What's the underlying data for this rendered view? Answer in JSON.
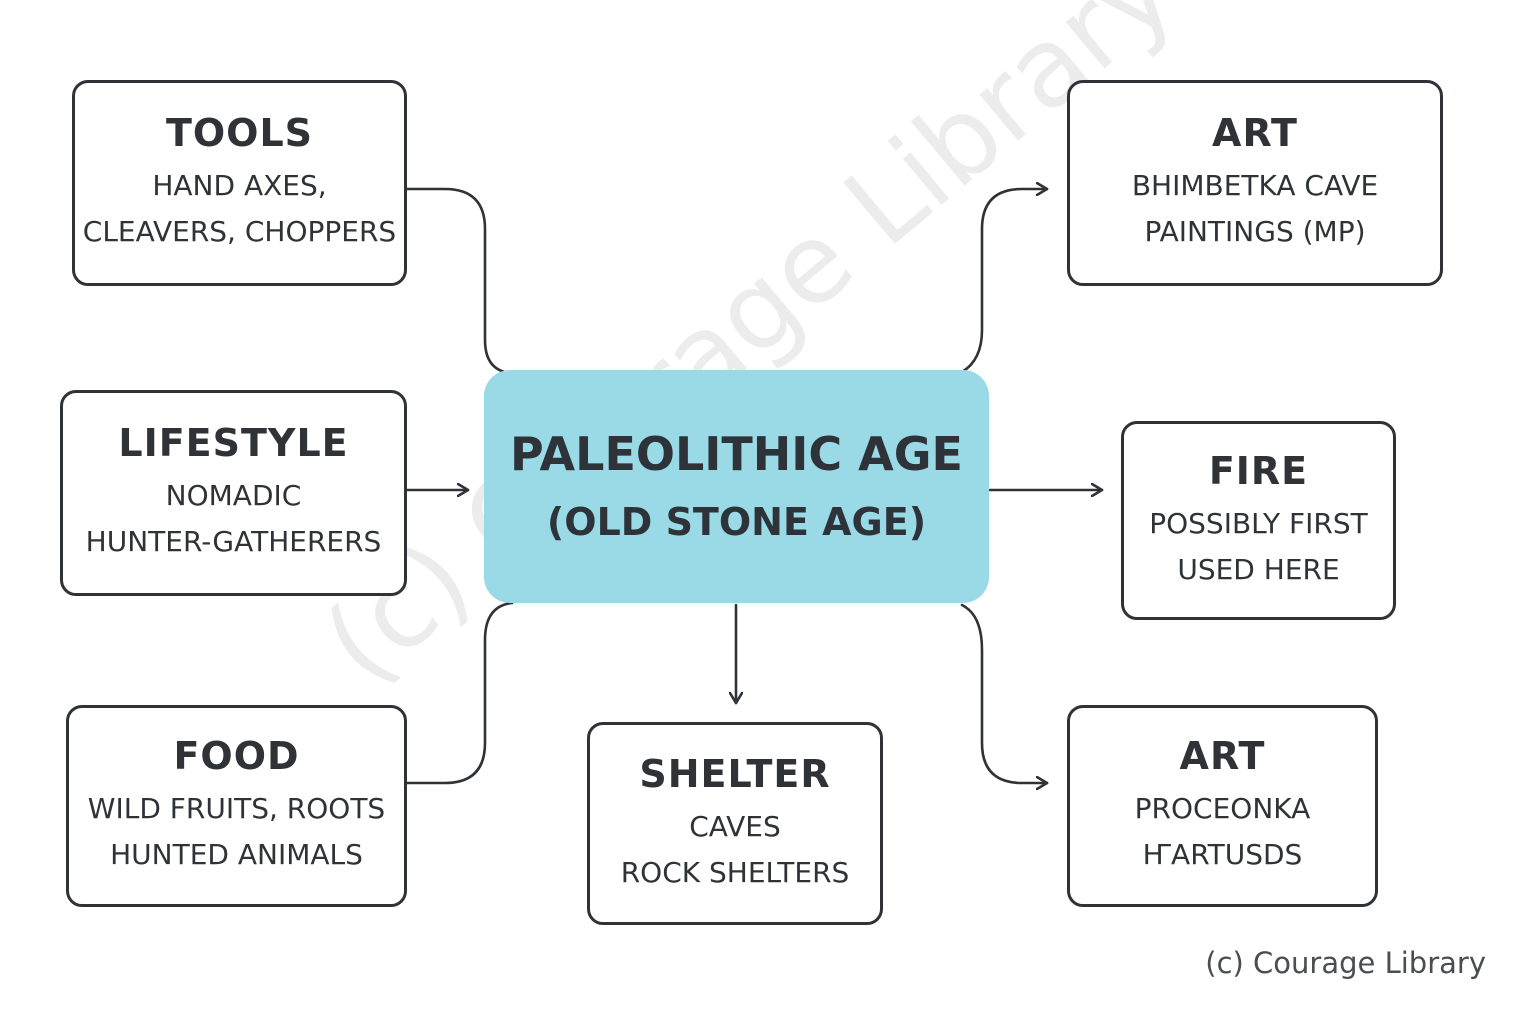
{
  "center": {
    "line1": "PALEOLITHIC AGE",
    "line2": "(OLD STONE AGE)",
    "color": "#99dae6"
  },
  "nodes": {
    "tools": {
      "title": "TOOLS",
      "lines": [
        "HAND AXES,",
        "CLEAVERS, CHOPPERS"
      ]
    },
    "lifestyle": {
      "title": "LIFESTYLE",
      "lines": [
        "NOMADIC",
        "HUNTER-GATHERERS"
      ]
    },
    "food": {
      "title": "FOOD",
      "lines": [
        "WILD FRUITS, ROOTS",
        "HUNTED ANIMALS"
      ]
    },
    "shelter": {
      "title": "SHELTER",
      "lines": [
        "CAVES",
        "ROCK SHELTERS"
      ]
    },
    "art1": {
      "title": "ART",
      "lines": [
        "BHIMBETKA CAVE",
        "PAINTINGS (MP)"
      ]
    },
    "fire": {
      "title": "FIRE",
      "lines": [
        "POSSIBLY FIRST",
        "USED HERE"
      ]
    },
    "art2": {
      "title": "ART",
      "lines": [
        "PROCEONKA",
        "ҤARTUSDS"
      ]
    }
  },
  "watermark": "(c) Courage Library",
  "credit": "(c) Courage Library"
}
